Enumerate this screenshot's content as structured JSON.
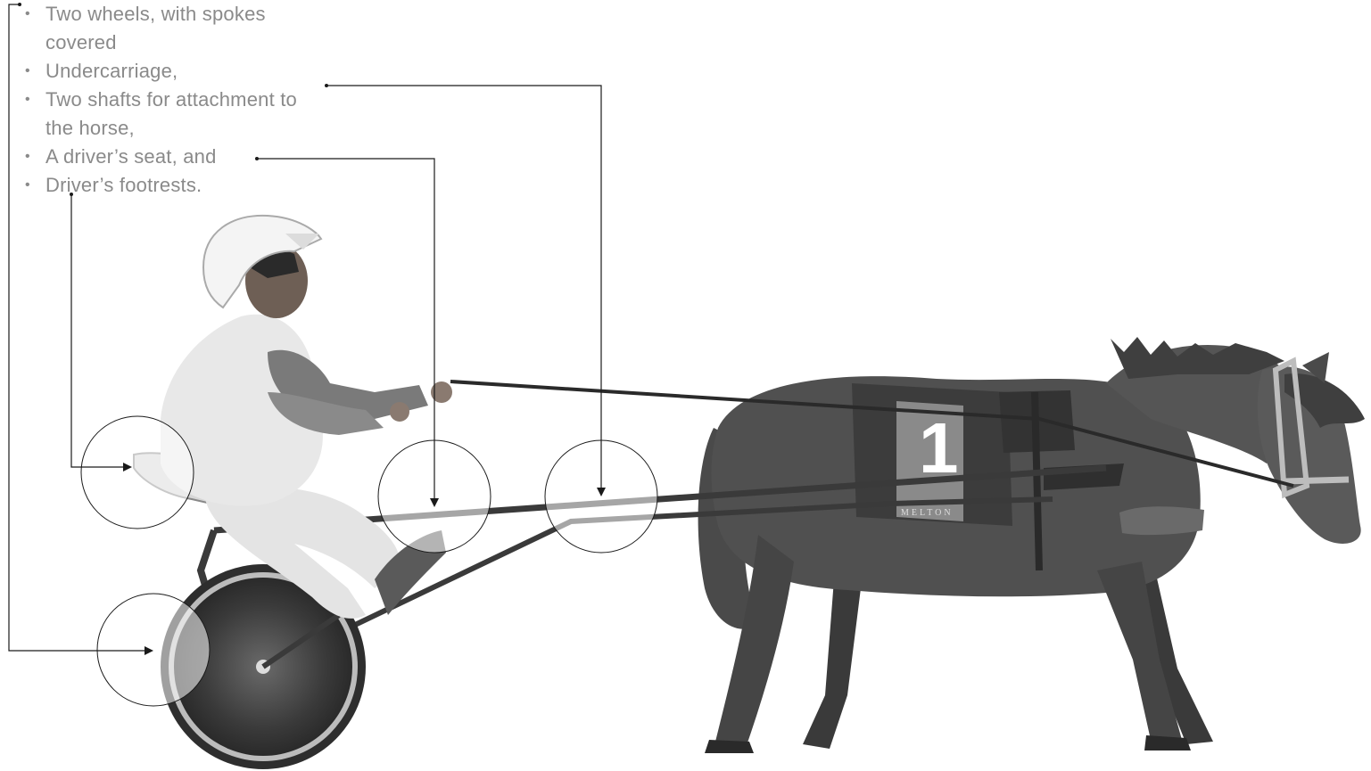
{
  "figure": {
    "items": [
      {
        "key": "wheels",
        "text": "Two wheels, with spokes covered"
      },
      {
        "key": "undercarriage",
        "text": "Undercarriage,"
      },
      {
        "key": "shafts",
        "text": "Two shafts for attachment to the horse,"
      },
      {
        "key": "seat",
        "text": "A driver’s seat, and"
      },
      {
        "key": "footrests",
        "text": "Driver’s footrests."
      }
    ],
    "photo": {
      "subject": "child-driver-in-sulky-with-pony",
      "pony_saddle_cloth_number": "1",
      "saddle_cloth_text": "MELTON"
    },
    "colors": {
      "text": "#8a8a8a",
      "leader": "#1a1a1a",
      "pony": "#4a4a4a",
      "rider_suit": "#e8e8e8",
      "rider_accent": "#7a7a7a"
    }
  }
}
